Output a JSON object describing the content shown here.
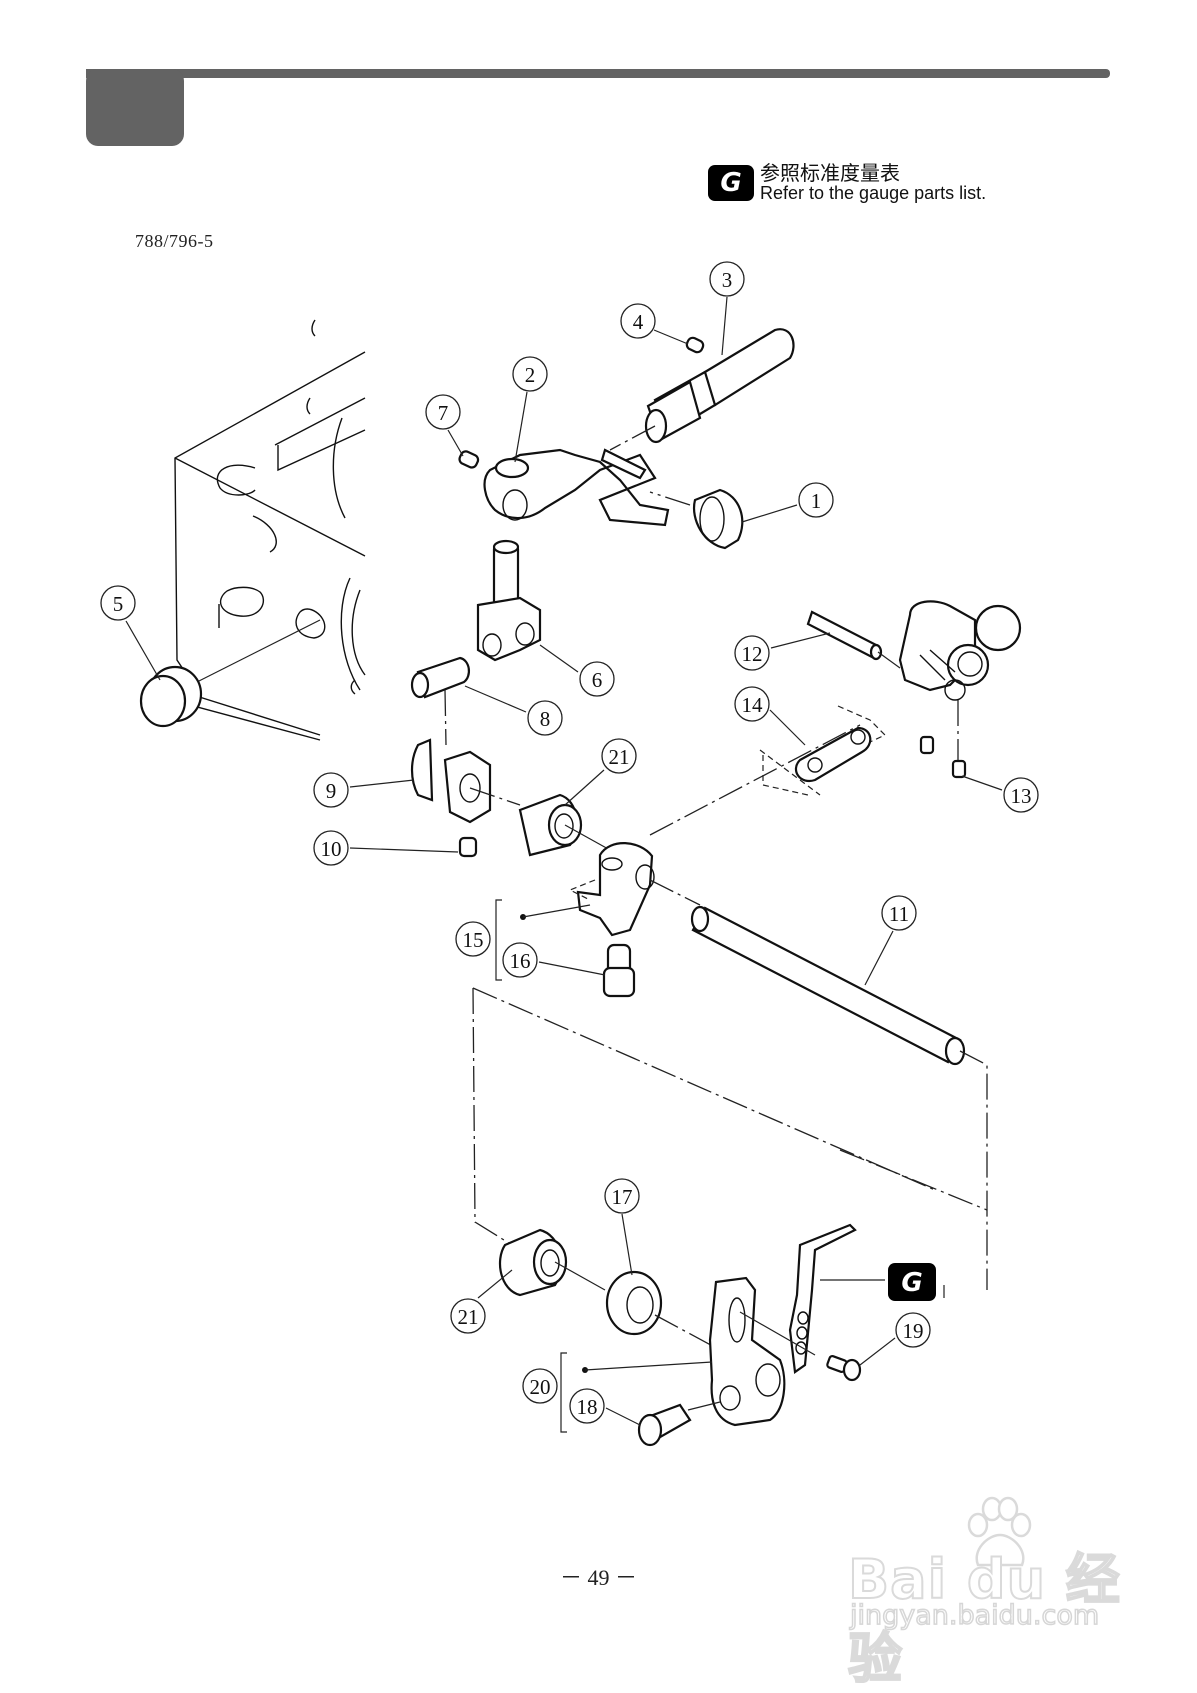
{
  "header": {
    "section_tab": "",
    "gauge_note": {
      "badge": "G",
      "text_zh": "参照标准度量表",
      "text_en": "Refer to the gauge parts list."
    }
  },
  "diagram": {
    "model_code": "788/796-5",
    "callouts": [
      {
        "id": "1",
        "label": "1"
      },
      {
        "id": "2",
        "label": "2"
      },
      {
        "id": "3",
        "label": "3"
      },
      {
        "id": "4",
        "label": "4"
      },
      {
        "id": "5",
        "label": "5"
      },
      {
        "id": "6",
        "label": "6"
      },
      {
        "id": "7",
        "label": "7"
      },
      {
        "id": "8",
        "label": "8"
      },
      {
        "id": "9",
        "label": "9"
      },
      {
        "id": "10",
        "label": "10"
      },
      {
        "id": "11",
        "label": "11"
      },
      {
        "id": "12",
        "label": "12"
      },
      {
        "id": "13",
        "label": "13"
      },
      {
        "id": "14",
        "label": "14"
      },
      {
        "id": "15",
        "label": "15"
      },
      {
        "id": "16",
        "label": "16"
      },
      {
        "id": "17",
        "label": "17"
      },
      {
        "id": "18",
        "label": "18"
      },
      {
        "id": "19",
        "label": "19"
      },
      {
        "id": "20",
        "label": "20"
      },
      {
        "id": "21a",
        "label": "21"
      },
      {
        "id": "21b",
        "label": "21"
      }
    ],
    "gauge_callout": "G"
  },
  "footer": {
    "page_number": "－ 49 －"
  },
  "watermark": {
    "logo_text": "Bai du 经验",
    "url": "jingyan.baidu.com"
  }
}
